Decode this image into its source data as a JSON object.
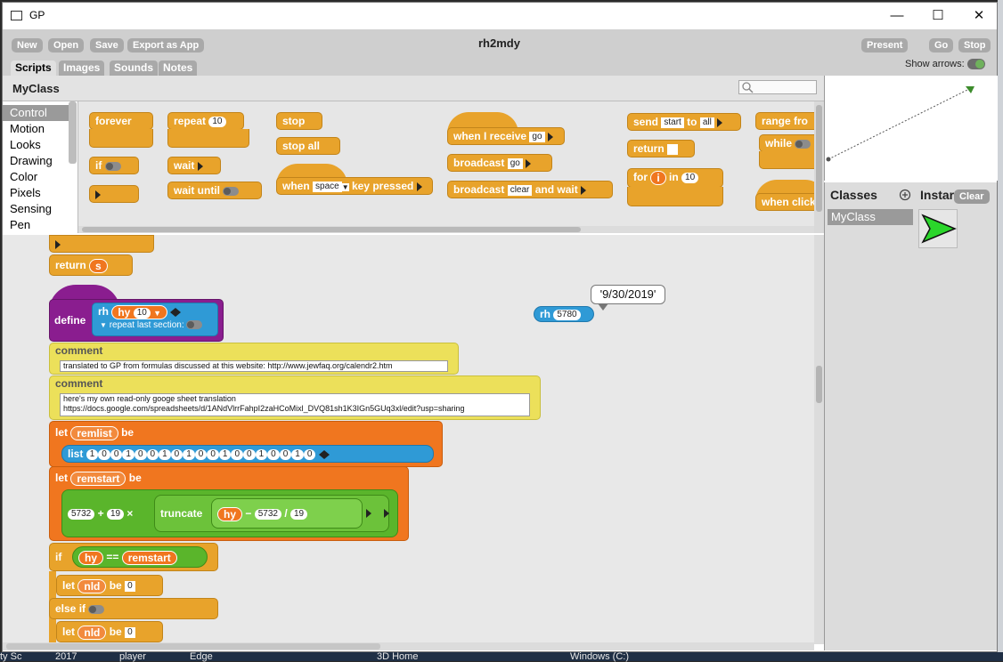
{
  "window": {
    "title": "GP",
    "project_name": "rh2mdy",
    "minimize": "—",
    "maximize": "☐",
    "close": "✕"
  },
  "toolbar": {
    "new": "New",
    "open": "Open",
    "save": "Save",
    "export": "Export as App",
    "present": "Present",
    "go": "Go",
    "stop": "Stop",
    "show_arrows": "Show arrows:"
  },
  "tabs": [
    "Scripts",
    "Images",
    "Sounds",
    "Notes"
  ],
  "class_name": "MyClass",
  "categories": [
    "Control",
    "Motion",
    "Looks",
    "Drawing",
    "Color",
    "Pixels",
    "Sensing",
    "Pen"
  ],
  "palette": {
    "forever": "forever",
    "repeat": "repeat",
    "repeat_n": "10",
    "stop": "stop",
    "stop_all": "stop all",
    "if": "if",
    "wait": "wait",
    "wait_until": "wait until",
    "when": "when",
    "when_key": "space",
    "key_pressed": "key pressed",
    "when_receive": "when I receive",
    "receive_msg": "go",
    "broadcast": "broadcast",
    "broadcast_msg": "go",
    "broadcast_wait": "broadcast",
    "broadcast_wait_msg": "clear",
    "and_wait": "and wait",
    "send": "send",
    "send_msg": "start",
    "to": "to",
    "send_target": "all",
    "return": "return",
    "for": "for",
    "for_var": "i",
    "in": "in",
    "for_n": "10",
    "range_from": "range fro",
    "while": "while",
    "when_click": "when click"
  },
  "script": {
    "return": "return",
    "return_var": "s",
    "define": "define",
    "func_name": "rh",
    "param": "hy",
    "param_default": "10",
    "repeat_last": "repeat last section:",
    "comment1_label": "comment",
    "comment1_text": "translated to GP from formulas discussed at this website: http://www.jewfaq.org/calendr2.htm",
    "comment2_label": "comment",
    "comment2_line1": "here's my own read-only googe sheet translation",
    "comment2_line2": "https://docs.google.com/spreadsheets/d/1ANdVlrrFahpI2zaHCoMixl_DVQ81sh1K3IGn5GUq3xl/edit?usp=sharing",
    "let": "let",
    "be": "be",
    "remlist": "remlist",
    "list": "list",
    "list_items": [
      "1",
      "0",
      "0",
      "1",
      "0",
      "0",
      "1",
      "0",
      "1",
      "0",
      "0",
      "1",
      "0",
      "0",
      "1",
      "0",
      "0",
      "1",
      "0"
    ],
    "remstart": "remstart",
    "n5732": "5732",
    "plus": "+",
    "n19": "19",
    "times": "×",
    "truncate": "truncate",
    "hy": "hy",
    "minus": "−",
    "n5732b": "5732",
    "div": "/",
    "n19b": "19",
    "if": "if",
    "eq": "==",
    "nld": "nld",
    "zero": "0",
    "else_if": "else if",
    "reporter_name": "rh",
    "reporter_arg": "5780",
    "bubble": "'9/30/2019'"
  },
  "panels": {
    "classes": "Classes",
    "instances": "Instar",
    "clear": "Clear",
    "class_item": "MyClass"
  },
  "taskbar": [
    "ty Sc",
    "2017",
    "player",
    "Edge",
    "3D Home",
    "Windows (C:)"
  ],
  "colors": {
    "control": "#e8a32b",
    "variable": "#f0761f",
    "function": "#2f9ad6",
    "define": "#8a1d8f",
    "comment": "#ece05a",
    "math": "#5ab52b"
  }
}
